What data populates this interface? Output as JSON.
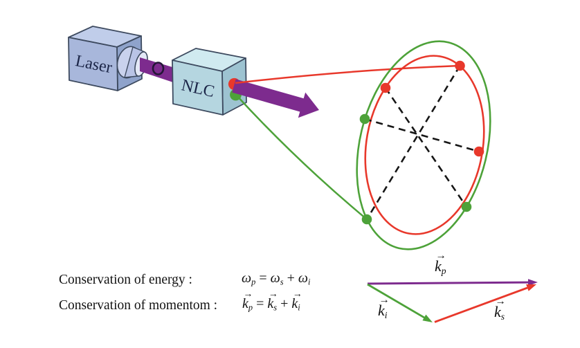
{
  "boxes": {
    "laser": {
      "label": "Laser"
    },
    "nlc": {
      "label": "NLC"
    }
  },
  "equations": {
    "energy": {
      "label": "Conservation of energy :",
      "lhs": {
        "base": "ω",
        "sub": "p"
      },
      "eq": "=",
      "rhs1": {
        "base": "ω",
        "sub": "s"
      },
      "plus": "+",
      "rhs2": {
        "base": "ω",
        "sub": "i"
      }
    },
    "momentum": {
      "label": "Conservation of momentom :",
      "lhs": {
        "base": "k",
        "sub": "p"
      },
      "eq": "=",
      "rhs1": {
        "base": "k",
        "sub": "s"
      },
      "plus": "+",
      "rhs2": {
        "base": "k",
        "sub": "i"
      }
    }
  },
  "vector_labels": {
    "kp": {
      "base": "k",
      "sub": "p"
    },
    "ki": {
      "base": "k",
      "sub": "i"
    },
    "ks": {
      "base": "k",
      "sub": "s"
    }
  },
  "symbols": {
    "vector_arrow": "→"
  },
  "colors": {
    "pump_purple": "#7d2b8e",
    "signal_red": "#e8382b",
    "idler_green": "#4da239",
    "dashed_black": "#161616",
    "laser_front": "#a8b7db",
    "laser_top": "#c0cdea",
    "laser_side": "#8fa3cb",
    "laser_cyl": "#b9c4e6",
    "laser_cap": "#e3e8f6",
    "laser_port": "#c9d2ed",
    "ring_stroke": "#241637",
    "nlc_front": "#b5d6e0",
    "nlc_top": "#d0eaf0",
    "nlc_side": "#9dc3d1",
    "outline": "#3d4a5f",
    "box_label": "#1b2547",
    "text_black": "#111111"
  }
}
